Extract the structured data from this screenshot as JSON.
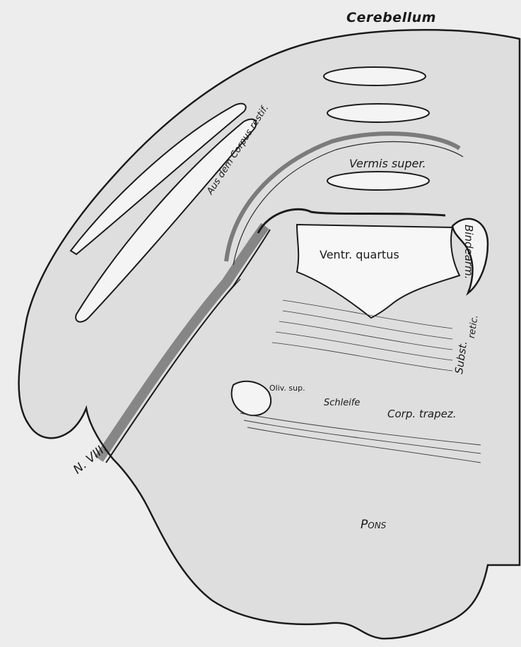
{
  "figure": {
    "labels": {
      "cerebellum": "Cerebellum",
      "vermis_super": "Vermis super.",
      "ventr_quartus": "Ventr. quartus",
      "corpus_restif": "Aus dem Corpus restif.",
      "bindearm": "Bindearm.",
      "subst": "Subst.",
      "retic": "retic.",
      "oliv_sup": "Oliv. sup.",
      "schleife": "Schleife",
      "corp_trapez": "Corp. trapez.",
      "pons": "Pons",
      "n_viii": "N. VIII."
    },
    "colors": {
      "background": "#ededed",
      "tissue": "#dedede",
      "ink": "#1b1b1b",
      "cavity": "#f7f7f7"
    }
  }
}
